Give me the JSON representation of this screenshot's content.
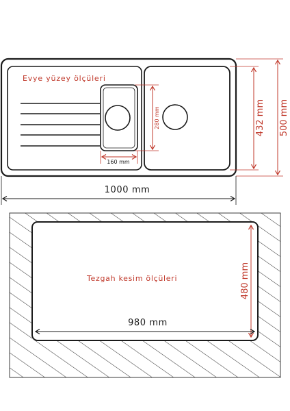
{
  "sink": {
    "title": "Evye yüzey ölçüleri",
    "width_label": "1000 mm",
    "depth_label": "500 mm",
    "bowl_depth_label": "432 mm",
    "small_bowl_height_label": "280 mm",
    "small_bowl_width_label": "160 mm"
  },
  "countertop": {
    "title": "Tezgah kesim ölçüleri",
    "width_label": "980 mm",
    "depth_label": "480 mm"
  },
  "colors": {
    "outline": "#1a1a1a",
    "dimension": "#c0392b",
    "hatch": "#3a3a3a"
  }
}
